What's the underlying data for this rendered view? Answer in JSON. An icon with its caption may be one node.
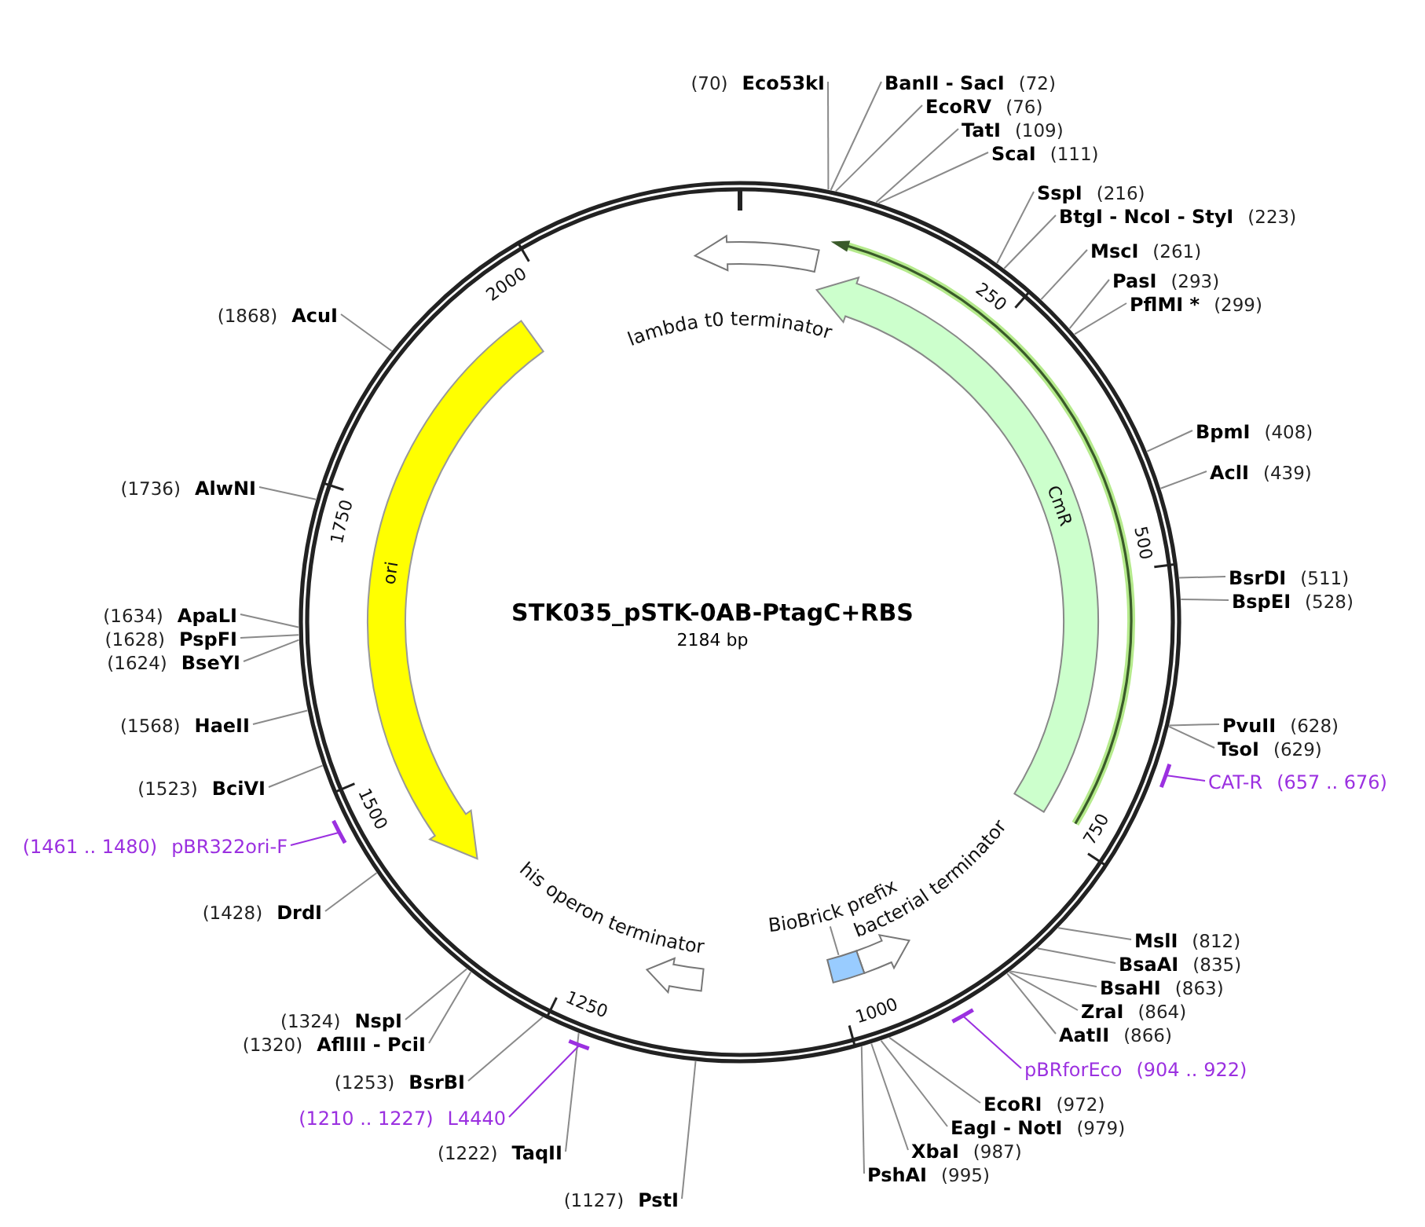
{
  "diagram": {
    "title": "STK035_pSTK-0AB-PtagC+RBS",
    "nodes": [
      {
        "text": [
          "(70)",
          "Eco53kI"
        ]
      },
      {
        "text": [
          "BanII - SacI",
          "(72)"
        ]
      },
      {
        "text": [
          "EcoRV",
          "(76)"
        ]
      },
      {
        "text": [
          "TatI",
          "(109)"
        ]
      },
      {
        "text": [
          "ScaI",
          "(111)"
        ]
      },
      {
        "text": [
          "SspI",
          "(216)"
        ]
      },
      {
        "text": [
          "BtgI - NcoI - StyI",
          "(223)"
        ]
      },
      {
        "text": [
          "MscI",
          "(261)"
        ]
      },
      {
        "text": [
          "PasI",
          "(293)"
        ]
      },
      {
        "text": [
          "PflMI *",
          "(299)"
        ]
      },
      {
        "text": [
          "BpmI",
          "(408)"
        ]
      },
      {
        "text": [
          "AclI",
          "(439)"
        ]
      },
      {
        "text": [
          "BsrDI",
          "(511)"
        ]
      },
      {
        "text": [
          "BspEI",
          "(528)"
        ]
      },
      {
        "text": [
          "PvuII",
          "(628)"
        ]
      },
      {
        "text": [
          "TsoI",
          "(629)"
        ]
      },
      {
        "text": [
          "CAT-R",
          "(657 .. 676)"
        ]
      },
      {
        "text": [
          "MslI",
          "(812)"
        ]
      },
      {
        "text": [
          "BsaAI",
          "(835)"
        ]
      },
      {
        "text": [
          "BsaHI",
          "(863)"
        ]
      },
      {
        "text": [
          "ZraI",
          "(864)"
        ]
      },
      {
        "text": [
          "AatII",
          "(866)"
        ]
      },
      {
        "text": [
          "pBRforEco",
          "(904 .. 922)"
        ]
      },
      {
        "text": [
          "EcoRI",
          "(972)"
        ]
      },
      {
        "text": [
          "EagI - NotI",
          "(979)"
        ]
      },
      {
        "text": [
          "XbaI",
          "(987)"
        ]
      },
      {
        "text": [
          "PshAI",
          "(995)"
        ]
      },
      {
        "text": [
          "(1127)",
          "PstI"
        ]
      },
      {
        "text": [
          "(1222)",
          "TaqII"
        ]
      },
      {
        "text": [
          "(1210 .. 1227)",
          "L4440"
        ]
      },
      {
        "text": [
          "(1253)",
          "BsrBI"
        ]
      },
      {
        "text": [
          "(1320)",
          "AflIII - PciI"
        ]
      },
      {
        "text": [
          "(1324)",
          "NspI"
        ]
      },
      {
        "text": [
          "(1428)",
          "DrdI"
        ]
      },
      {
        "text": [
          "(1461 .. 1480)",
          "pBR322ori-F"
        ]
      },
      {
        "text": [
          "(1523)",
          "BciVI"
        ]
      },
      {
        "text": [
          "(1568)",
          "HaeII"
        ]
      },
      {
        "text": [
          "(1624)",
          "BseYI"
        ]
      },
      {
        "text": [
          "(1628)",
          "PspFI"
        ]
      },
      {
        "text": [
          "(1634)",
          "ApaLI"
        ]
      },
      {
        "text": [
          "(1736)",
          "AlwNI"
        ]
      },
      {
        "text": [
          "(1868)",
          "AcuI"
        ]
      },
      {
        "text": [
          "lambda t0 terminator"
        ]
      },
      {
        "text": [
          "CmR"
        ]
      },
      {
        "text": [
          "ori"
        ]
      },
      {
        "text": [
          "his operon terminator"
        ]
      },
      {
        "text": [
          "bacterial terminator"
        ]
      },
      {
        "text": [
          "BioBrick prefix"
        ]
      },
      {
        "text": [],
        "shape": "box"
      }
    ],
    "edges": [
      {
        "from": 0,
        "to": null,
        "arrow": "none"
      },
      {
        "from": 1,
        "to": null,
        "arrow": "none"
      },
      {
        "from": 2,
        "to": null,
        "arrow": "none"
      },
      {
        "from": 3,
        "to": null,
        "arrow": "none"
      },
      {
        "from": 4,
        "to": null,
        "arrow": "none"
      },
      {
        "from": 5,
        "to": null,
        "arrow": "none"
      },
      {
        "from": 6,
        "to": null,
        "arrow": "none"
      },
      {
        "from": 7,
        "to": null,
        "arrow": "none"
      },
      {
        "from": 8,
        "to": null,
        "arrow": "none"
      },
      {
        "from": 9,
        "to": null,
        "arrow": "none"
      },
      {
        "from": 10,
        "to": null,
        "arrow": "none"
      },
      {
        "from": 11,
        "to": null,
        "arrow": "none"
      },
      {
        "from": 12,
        "to": null,
        "arrow": "none"
      },
      {
        "from": 13,
        "to": null,
        "arrow": "none"
      },
      {
        "from": 14,
        "to": null,
        "arrow": "none"
      },
      {
        "from": 15,
        "to": null,
        "arrow": "none"
      },
      {
        "from": 16,
        "to": null,
        "arrow": "none",
        "color": "#9b30e0"
      },
      {
        "from": 17,
        "to": null,
        "arrow": "none"
      },
      {
        "from": 18,
        "to": null,
        "arrow": "none"
      },
      {
        "from": 19,
        "to": null,
        "arrow": "none"
      },
      {
        "from": 20,
        "to": null,
        "arrow": "none"
      },
      {
        "from": 21,
        "to": null,
        "arrow": "none"
      },
      {
        "from": 22,
        "to": null,
        "arrow": "none",
        "color": "#9b30e0"
      },
      {
        "from": 23,
        "to": null,
        "arrow": "none"
      },
      {
        "from": 24,
        "to": null,
        "arrow": "none"
      },
      {
        "from": 25,
        "to": null,
        "arrow": "none"
      },
      {
        "from": 26,
        "to": null,
        "arrow": "none"
      },
      {
        "from": 27,
        "to": null,
        "arrow": "none"
      },
      {
        "from": 28,
        "to": null,
        "arrow": "none"
      },
      {
        "from": 29,
        "to": null,
        "arrow": "none",
        "color": "#9b30e0"
      },
      {
        "from": 30,
        "to": null,
        "arrow": "none"
      },
      {
        "from": 31,
        "to": null,
        "arrow": "none"
      },
      {
        "from": 32,
        "to": null,
        "arrow": "none"
      },
      {
        "from": 33,
        "to": null,
        "arrow": "none"
      },
      {
        "from": 34,
        "to": null,
        "arrow": "none",
        "color": "#9b30e0"
      },
      {
        "from": 35,
        "to": null,
        "arrow": "none"
      },
      {
        "from": 36,
        "to": null,
        "arrow": "none"
      },
      {
        "from": 37,
        "to": null,
        "arrow": "none"
      },
      {
        "from": 38,
        "to": null,
        "arrow": "none"
      },
      {
        "from": 39,
        "to": null,
        "arrow": "none"
      },
      {
        "from": 40,
        "to": null,
        "arrow": "none"
      },
      {
        "from": 41,
        "to": null,
        "arrow": "none"
      },
      {
        "from": 47,
        "to": 48,
        "arrow": "none"
      }
    ],
    "labels": [
      "2184 bp",
      "250",
      "500",
      "750",
      "1000",
      "1250",
      "1500",
      "1750",
      "2000"
    ]
  }
}
